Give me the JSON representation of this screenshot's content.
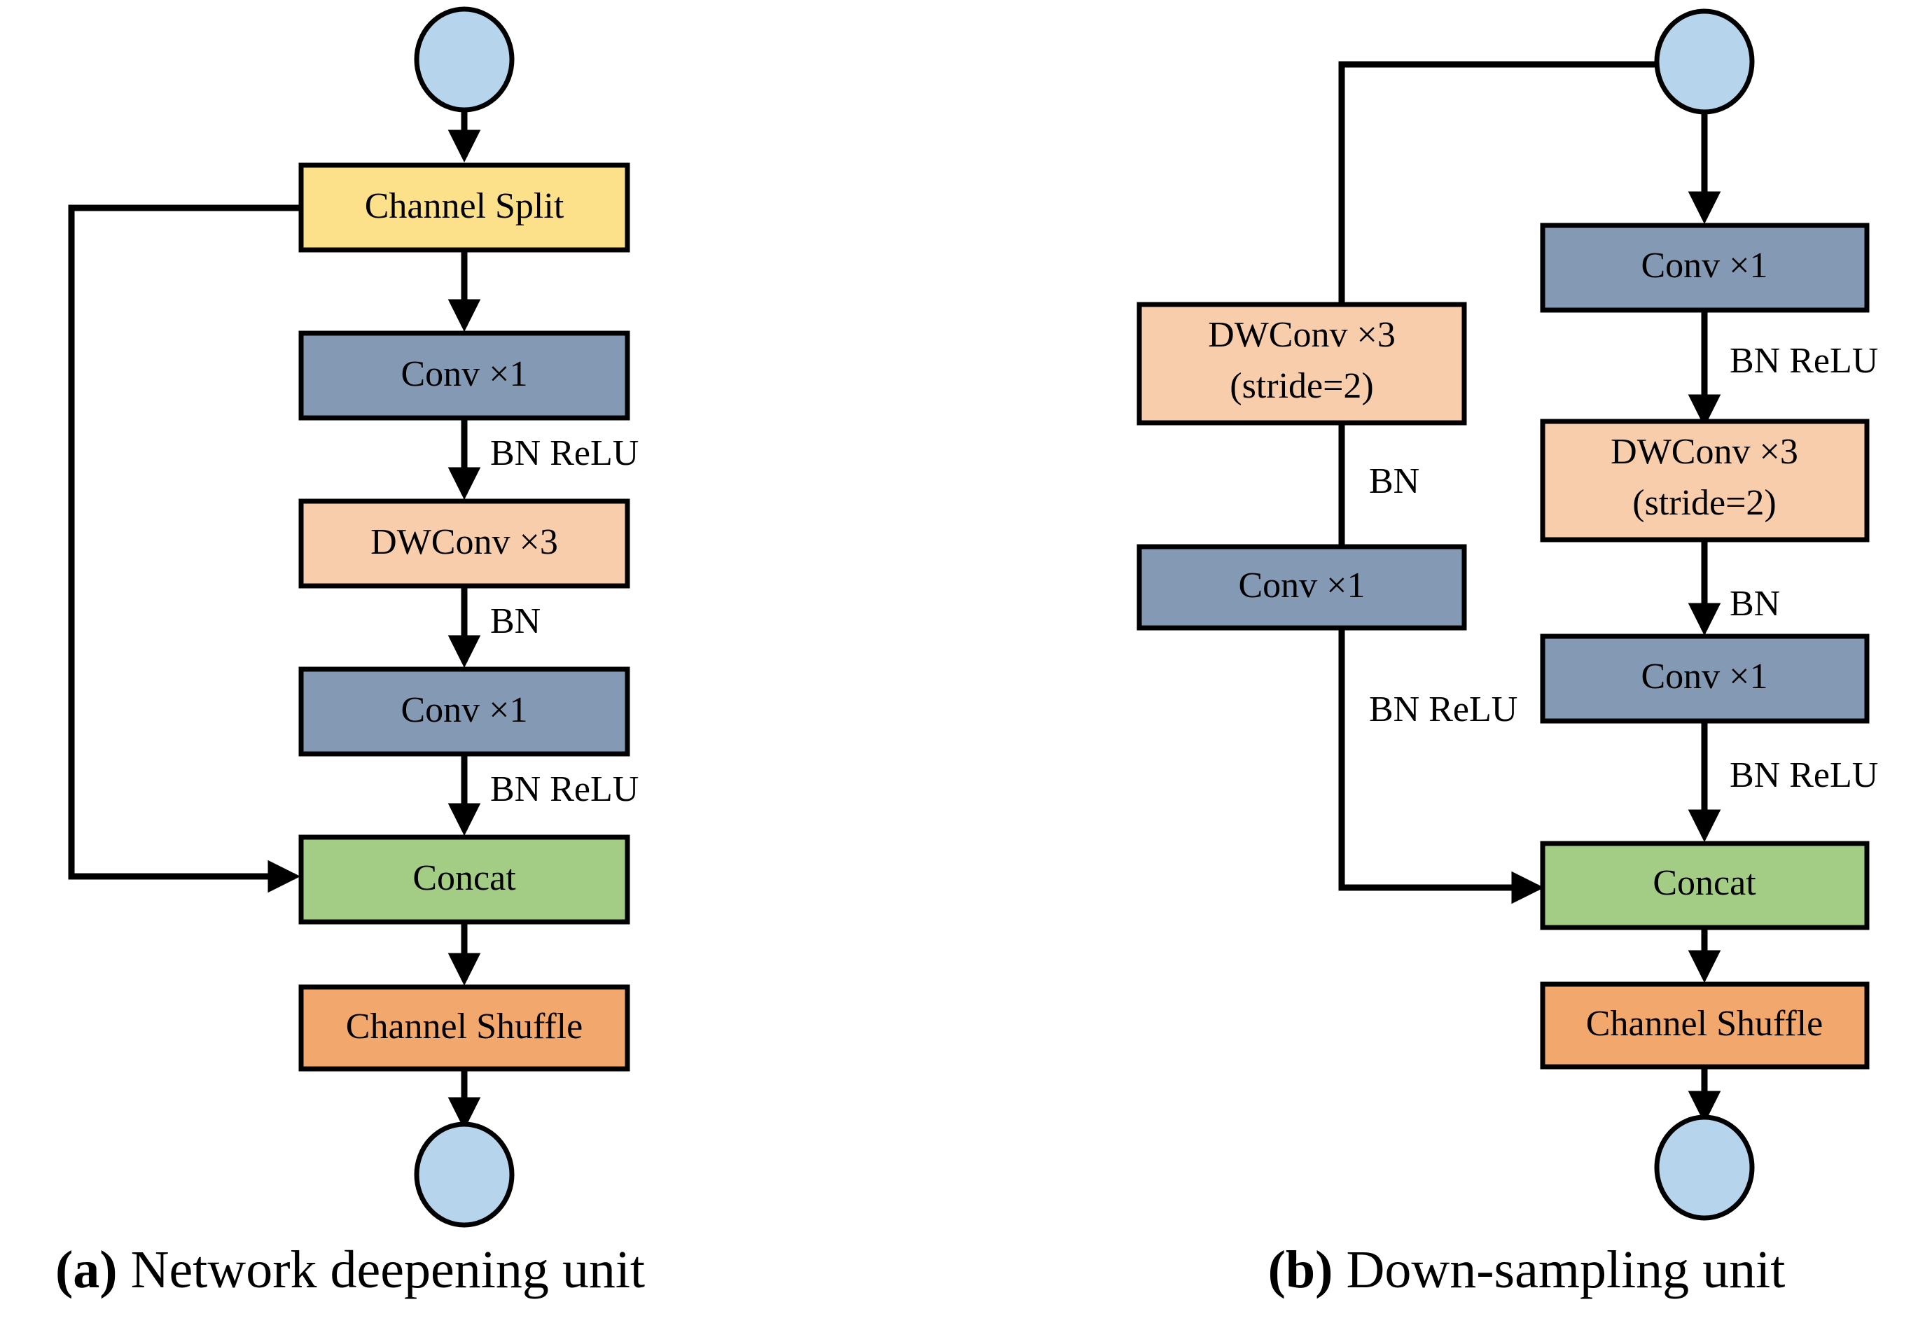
{
  "figure": {
    "background": "#ffffff",
    "stroke_color": "#000000"
  },
  "palette": {
    "circle_blue": "#b6d4ec",
    "split_yellow": "#fce08a",
    "conv_slate": "#8499b4",
    "dwconv_peach": "#f8cdac",
    "concat_green": "#a3cd84",
    "shuffle_orange": "#f2a86d"
  },
  "panel_a": {
    "caption_tag": "(a)",
    "caption_text": " Network deepening unit",
    "nodes": {
      "input_circle": "",
      "channel_split": "Channel Split",
      "conv1_top": "Conv ×1",
      "dwconv3": "DWConv ×3",
      "conv1_bottom": "Conv ×1",
      "concat": "Concat",
      "channel_shuffle": "Channel Shuffle",
      "output_circle": ""
    },
    "edge_labels": {
      "split_to_conv": "",
      "conv_to_dwconv": "BN ReLU",
      "dwconv_to_conv": "BN",
      "conv_to_concat": "BN ReLU"
    }
  },
  "panel_b": {
    "caption_tag": "(b)",
    "caption_text": " Down-sampling unit",
    "nodes": {
      "input_circle": "",
      "left_dwconv3": "DWConv ×3",
      "left_dwconv3_sub": "(stride=2)",
      "left_conv1": "Conv ×1",
      "right_conv1_top": "Conv ×1",
      "right_dwconv3": "DWConv ×3",
      "right_dwconv3_sub": "(stride=2)",
      "right_conv1_bottom": "Conv ×1",
      "concat": "Concat",
      "channel_shuffle": "Channel Shuffle",
      "output_circle": ""
    },
    "edge_labels": {
      "left_dwconv_to_conv": "BN",
      "left_conv_to_concat": "BN ReLU",
      "right_conv_to_dwconv": "BN ReLU",
      "right_dwconv_to_conv": "BN",
      "right_conv_to_concat": "BN ReLU"
    }
  }
}
